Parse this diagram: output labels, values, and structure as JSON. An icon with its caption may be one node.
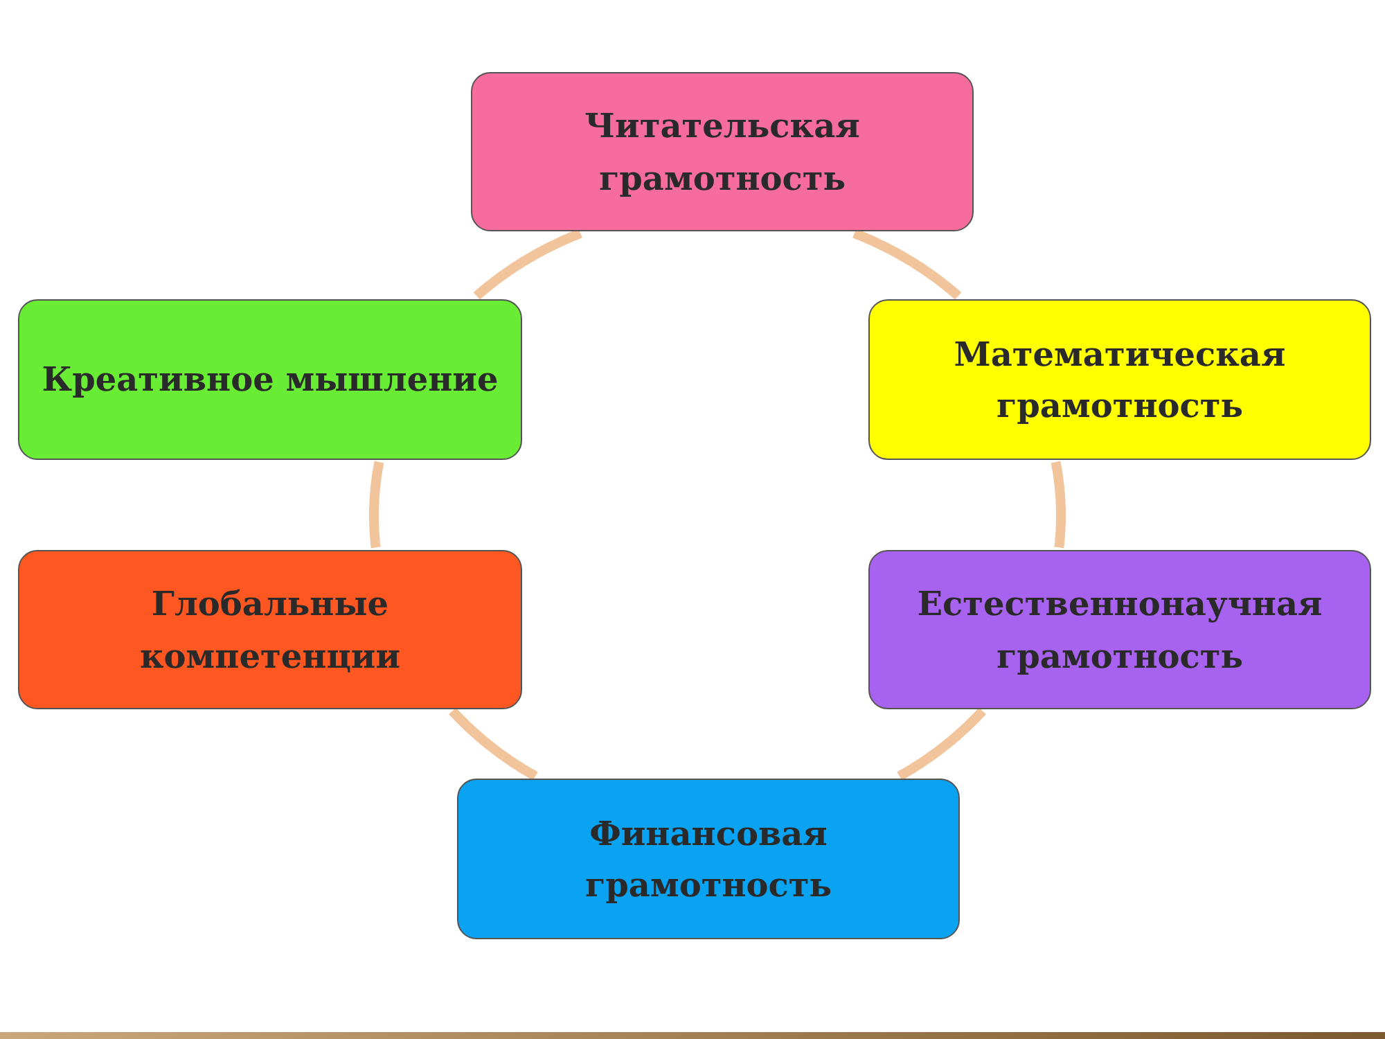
{
  "diagram": {
    "nodes": [
      {
        "text": [
          "Читательская грамотность"
        ]
      },
      {
        "text": [
          "Креативное мышление"
        ]
      },
      {
        "text": [
          "Математическая грамотность"
        ]
      },
      {
        "text": [
          "Глобальные компетенции"
        ]
      },
      {
        "text": [
          "Естественнонаучная грамотность"
        ]
      },
      {
        "text": [
          "Финансовая грамотность"
        ]
      }
    ],
    "edges": [
      {
        "from": 0,
        "to": 2,
        "arrow": "none"
      },
      {
        "from": 2,
        "to": 4,
        "arrow": "none"
      },
      {
        "from": 4,
        "to": 5,
        "arrow": "none"
      },
      {
        "from": 5,
        "to": 3,
        "arrow": "none"
      },
      {
        "from": 3,
        "to": 1,
        "arrow": "none"
      },
      {
        "from": 1,
        "to": 0,
        "arrow": "none"
      }
    ]
  }
}
